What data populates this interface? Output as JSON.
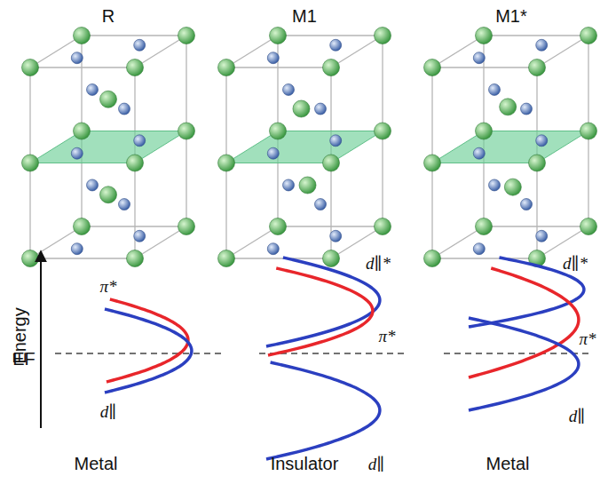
{
  "diagram": {
    "labels": [
      "R",
      "M1",
      "M1*",
      "Energy",
      "EF",
      "π*",
      "d∥",
      "d∥*",
      "π*",
      "d∥",
      "d∥*",
      "π*",
      "d∥",
      "Metal",
      "Insulator",
      "Metal"
    ]
  }
}
